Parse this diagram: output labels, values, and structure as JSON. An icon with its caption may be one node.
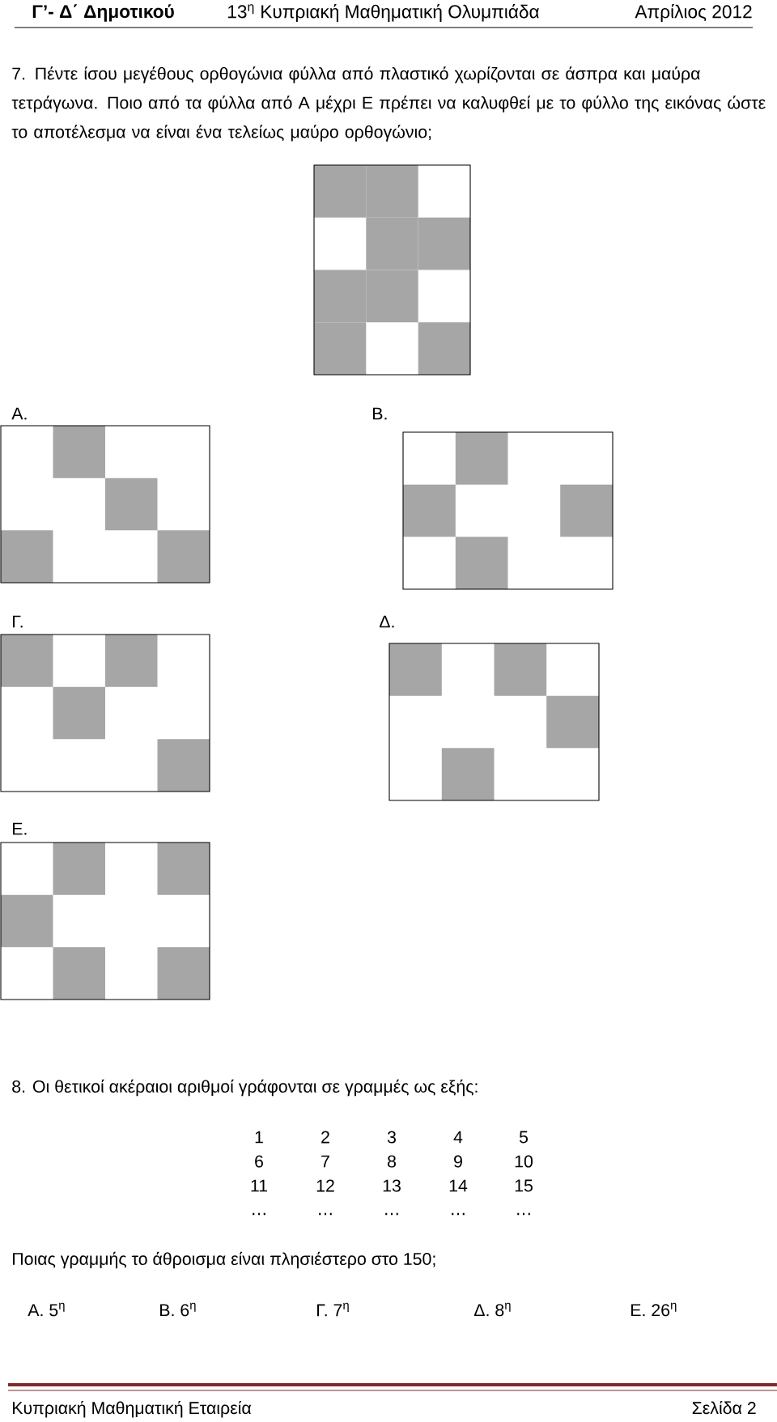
{
  "diagram": {
    "nodes": [
      {
        "text": [],
        "shape": "box"
      },
      {
        "text": [
          "Α."
        ]
      },
      {
        "text": [
          "Β."
        ]
      },
      {
        "text": [
          "Γ."
        ]
      },
      {
        "text": [
          "Δ."
        ]
      },
      {
        "text": [
          "Ε."
        ]
      }
    ],
    "labels": [
      "Γ’- Δ΄ Δημοτικού",
      "13$^{η}$ Κυπριακή Μαθηματική Ολυμπιάδα",
      "Απρίλιος  2012",
      "7.  Πέντε ίσου μεγέθους ορθογώνια φύλλα από πλαστικό χωρίζονται σε άσπρα και μαύρα τετράγωνα. Ποιο από τα φύλλα από Α μέχρι Ε πρέπει να καλυφθεί με το φύλλο της εικόνας ώστε το αποτέλεσμα να είναι ένα τελείως μαύρο ορθογώνιο;",
      "8.  Οι θετικοί ακέραιοι αριθμοί γράφονται σε γραμμές ως εξής:",
      "1",
      "2",
      "3",
      "4",
      "5",
      "6",
      "7",
      "8",
      "9",
      "10",
      "11",
      "12",
      "13",
      "14",
      "15",
      "…",
      "…",
      "…",
      "…",
      "…",
      "Ποιας γραμμής το άθροισμα είναι πλησιέστερο στο 150;",
      "Α. 5$^{η}$",
      "Β. 6$^{η}$",
      "Γ. 7$^{η}$",
      "Δ. 8$^{η}$",
      "Ε. 26$^{η}$",
      "Κυπριακή Μαθηματική Εταιρεία",
      "Σελίδα 2"
    ]
  }
}
